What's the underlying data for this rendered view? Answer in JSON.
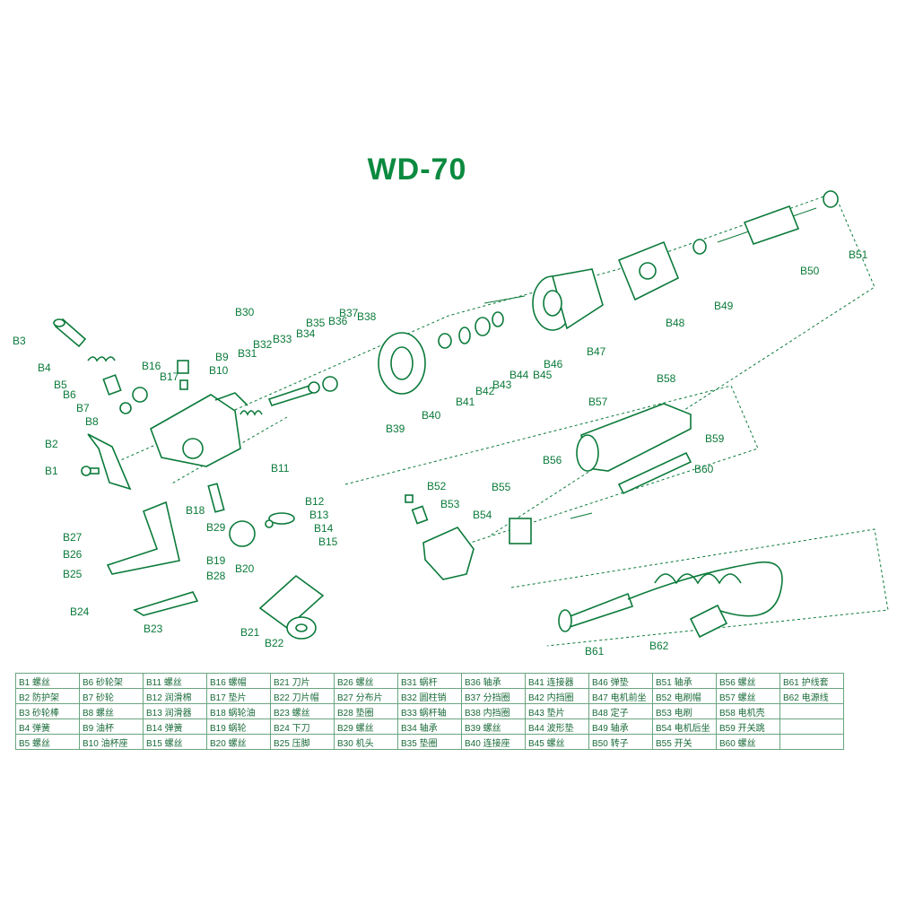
{
  "title": "WD-70",
  "callouts": [
    "B1",
    "B2",
    "B3",
    "B4",
    "B5",
    "B6",
    "B7",
    "B8",
    "B9",
    "B10",
    "B11",
    "B12",
    "B13",
    "B14",
    "B15",
    "B16",
    "B17",
    "B18",
    "B19",
    "B20",
    "B21",
    "B22",
    "B23",
    "B24",
    "B25",
    "B26",
    "B27",
    "B28",
    "B29",
    "B30",
    "B31",
    "B32",
    "B33",
    "B34",
    "B35",
    "B36",
    "B37",
    "B38",
    "B39",
    "B40",
    "B41",
    "B42",
    "B43",
    "B44",
    "B45",
    "B46",
    "B47",
    "B48",
    "B49",
    "B50",
    "B51",
    "B52",
    "B53",
    "B54",
    "B55",
    "B56",
    "B57",
    "B58",
    "B59",
    "B60",
    "B61",
    "B62"
  ],
  "legend": [
    [
      "B1 螺丝",
      "B6 砂轮架",
      "B11 螺丝",
      "B16 螺帽",
      "B21 刀片",
      "B26 螺丝",
      "B31 蜗杆",
      "B36 轴承",
      "B41 连接器",
      "B46 弹垫",
      "B51 轴承",
      "B56 螺丝",
      "B61 护线套"
    ],
    [
      "B2 防护架",
      "B7 砂轮",
      "B12 润滑棉",
      "B17 垫片",
      "B22 刀片帽",
      "B27 分布片",
      "B32 圆柱销",
      "B37 分挡圈",
      "B42 内挡圈",
      "B47 电机前坐",
      "B52 电刷帽",
      "B57 螺丝",
      "B62 电源线"
    ],
    [
      "B3 砂轮棒",
      "B8 螺丝",
      "B13 润滑器",
      "B18 蜗轮油",
      "B23 螺丝",
      "B28 垫圈",
      "B33 蜗杆轴",
      "B38 内挡圈",
      "B43 垫片",
      "B48 定子",
      "B53 电刷",
      "B58 电机壳",
      ""
    ],
    [
      "B4 弹簧",
      "B9 油杯",
      "B14 弹簧",
      "B19 蜗轮",
      "B24 下刀",
      "B29 螺丝",
      "B34 轴承",
      "B39 螺丝",
      "B44 波形垫",
      "B49 轴承",
      "B54 电机后坐",
      "B59 开关跳",
      ""
    ],
    [
      "B5 螺丝",
      "B10 油杯座",
      "B15 螺丝",
      "B20 螺丝",
      "B25 压脚",
      "B30 机头",
      "B35 垫圈",
      "B40 连接座",
      "B45 螺丝",
      "B50 转子",
      "B55 开关",
      "B60 螺丝",
      ""
    ]
  ]
}
